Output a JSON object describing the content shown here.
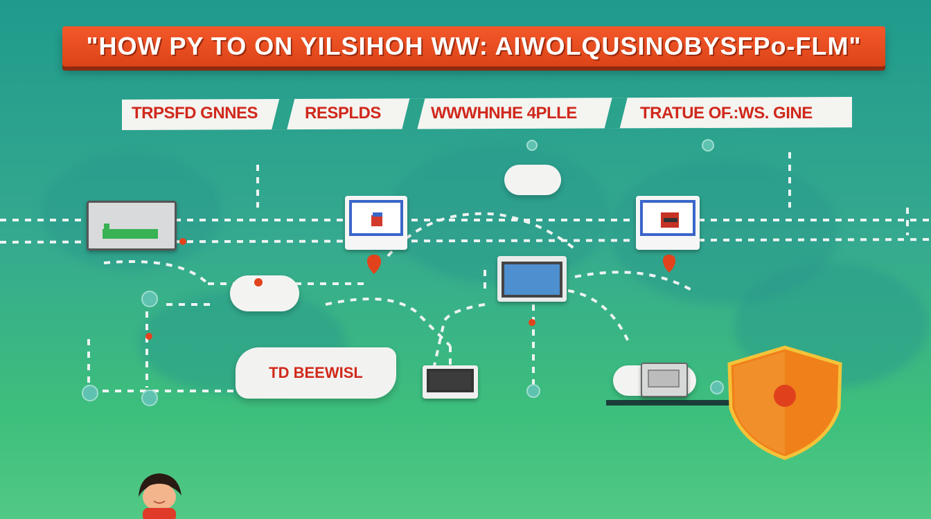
{
  "banner": {
    "title": "\"HOW PY TO ON YILSIHOH  WW:  AIWOLQUSINOBYSFPo-FLM\""
  },
  "tabs": [
    {
      "label": "TRPSFD  GNNES"
    },
    {
      "label": "RESPLDS"
    },
    {
      "label": "WWWHNHE  4PLLE"
    },
    {
      "label": "TRATUE OF.:WS. GINE"
    }
  ],
  "callout": {
    "label": "TD BEEWISL"
  },
  "colors": {
    "banner": "#e94b1e",
    "label_red": "#d0281c",
    "background_teal": "#2aa28c",
    "shield_orange": "#f0801a",
    "shield_outline": "#f4c33a",
    "screen_blue": "#3a66c8"
  },
  "icons": [
    "monitor-icon",
    "laptop-icon",
    "cloud-icon",
    "shield-icon",
    "person-illustration",
    "location-pin-icon"
  ]
}
